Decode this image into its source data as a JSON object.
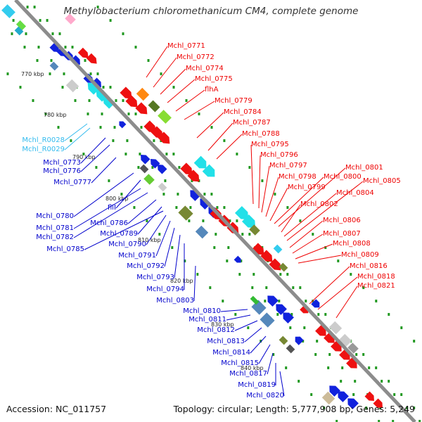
{
  "title": "Methylobacterium chloromethanicum CM4, complete genome",
  "footer": {
    "accession": "Accession: NC_011757",
    "topology": "Topology: circular; Length: 5,777,908 bp; Genes: 5,249"
  },
  "colors": {
    "backbone": "#8c8c8c",
    "forward_label": "#ee0000",
    "reverse_label": "#0000cc",
    "rna_label": "#33bbee",
    "tick": "#229922"
  },
  "scale_labels": [
    "770 kbp",
    "780 kbp",
    "790 kbp",
    "800 kbp",
    "810 kbp",
    "820 kbp",
    "830 kbp",
    "840 kbp"
  ],
  "forward_genes": [
    "Mchl_0771",
    "Mchl_0772",
    "Mchl_0774",
    "Mchl_0775",
    "flhA",
    "Mchl_0779",
    "Mchl_0784",
    "Mchl_0787",
    "Mchl_0788",
    "Mchl_0795",
    "Mchl_0796",
    "Mchl_0797",
    "Mchl_0798",
    "Mchl_0799",
    "Mchl_0800",
    "Mchl_0801",
    "Mchl_0802",
    "Mchl_0804",
    "Mchl_0805",
    "Mchl_0806",
    "Mchl_0807",
    "Mchl_0808",
    "Mchl_0809",
    "Mchl_0816",
    "Mchl_0818",
    "Mchl_0821"
  ],
  "reverse_genes": [
    "Mchl_0773",
    "Mchl_0776",
    "Mchl_0777",
    "Mchl_0780",
    "fliI",
    "Mchl_0781",
    "Mchl_0782",
    "Mchl_0786",
    "Mchl_0789",
    "Mchl_0785",
    "Mchl_0790",
    "Mchl_0791",
    "Mchl_0792",
    "Mchl_0793",
    "Mchl_0794",
    "Mchl_0803",
    "Mchl_0810",
    "Mchl_0811",
    "Mchl_0812",
    "Mchl_0813",
    "Mchl_0814",
    "Mchl_0815",
    "Mchl_0817",
    "Mchl_0819",
    "Mchl_0820"
  ],
  "rna_genes": [
    "Mchl_R0028",
    "Mchl_R0029"
  ]
}
